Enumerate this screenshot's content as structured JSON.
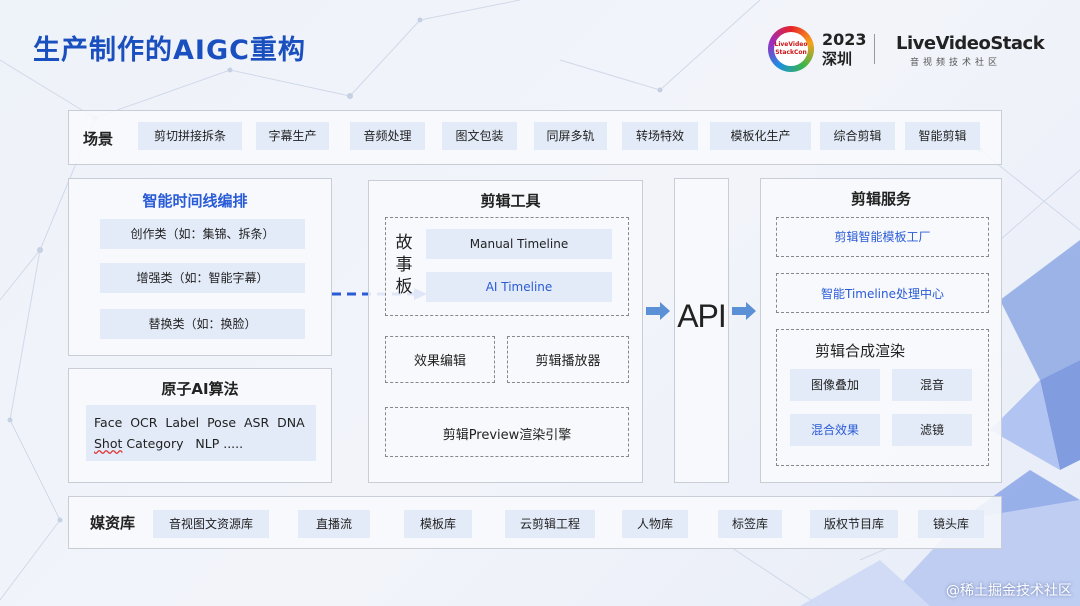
{
  "title": "生产制作的AIGC重构",
  "logo": {
    "event_text": "LiveVideo StackCon",
    "year": "2023",
    "city": "深圳",
    "brand": "LiveVideoStack",
    "brand_sub": "音视频技术社区"
  },
  "scenes": {
    "label": "场景",
    "items": [
      "剪切拼接拆条",
      "字幕生产",
      "音频处理",
      "图文包装",
      "同屏多轨",
      "转场特效",
      "模板化生产",
      "综合剪辑",
      "智能剪辑"
    ]
  },
  "timeline": {
    "title": "智能时间线编排",
    "items": [
      "创作类（如：集锦、拆条）",
      "增强类（如：智能字幕）",
      "替换类（如：换脸）"
    ]
  },
  "atomic": {
    "title": "原子AI算法",
    "line1": "Face  OCR  Label  Pose  ASR  DNA",
    "line2_shot": "Shot",
    "line2_rest": " Category   NLP ....."
  },
  "tools": {
    "title": "剪辑工具",
    "story_label": "故事板",
    "manual": "Manual Timeline",
    "ai": "AI Timeline",
    "effect": "效果编辑",
    "player": "剪辑播放器",
    "preview": "剪辑Preview渲染引擎"
  },
  "api": {
    "label": "API"
  },
  "service": {
    "title": "剪辑服务",
    "factory": "剪辑智能模板工厂",
    "center": "智能Timeline处理中心",
    "render_title": "剪辑合成渲染",
    "render_items": [
      "图像叠加",
      "混音",
      "混合效果",
      "滤镜"
    ]
  },
  "media": {
    "label": "媒资库",
    "items": [
      "音视图文资源库",
      "直播流",
      "模板库",
      "云剪辑工程",
      "人物库",
      "标签库",
      "版权节目库",
      "镜头库"
    ]
  },
  "watermark": "@稀土掘金技术社区",
  "colors": {
    "title_blue": "#1a4fbf",
    "accent_blue": "#2a5bd7",
    "chip_bg": "#e3ebf8",
    "arrow_blue": "#5b8fd6"
  }
}
